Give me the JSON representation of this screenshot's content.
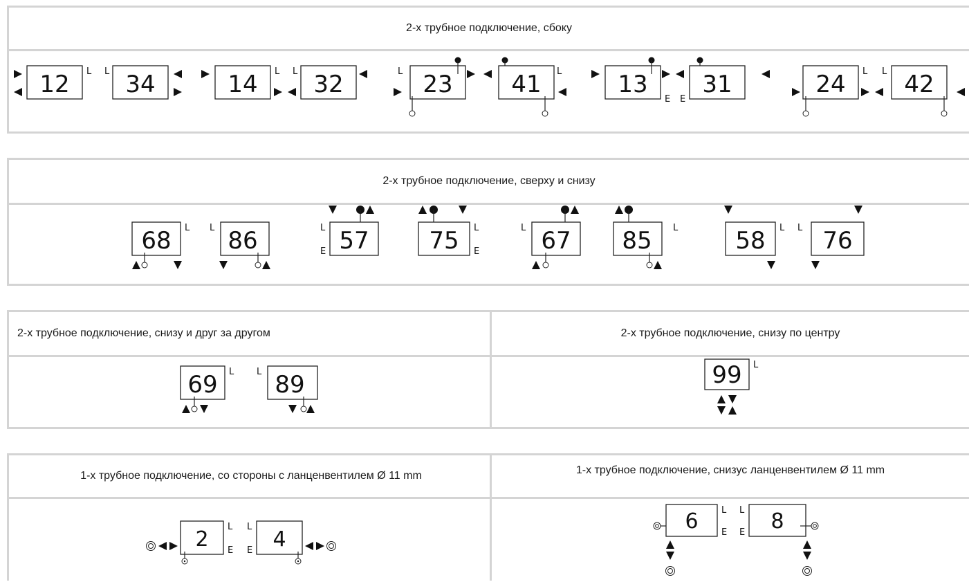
{
  "section_side": {
    "title": "2-х трубное подключение, сбоку",
    "codes": [
      "12",
      "34",
      "14",
      "32",
      "23",
      "41",
      "13",
      "31",
      "24",
      "42"
    ]
  },
  "section_topbottom": {
    "title": "2-х трубное подключение, сверху и снизу",
    "codes": [
      "68",
      "86",
      "57",
      "75",
      "67",
      "85",
      "58",
      "76"
    ]
  },
  "section_bottom_behind": {
    "title": "2-х трубное подключение, снизу и друг за другом",
    "codes": [
      "69",
      "89"
    ]
  },
  "section_bottom_center": {
    "title": "2-х трубное подключение, снизу по центру",
    "codes": [
      "99"
    ]
  },
  "section_single_side": {
    "title": "1-х трубное подключение, со стороны с ланценвентилем Ø 11 mm",
    "codes": [
      "2",
      "4"
    ]
  },
  "section_single_bottom": {
    "title": "1-х трубное подключение, снизус ланценвентилем Ø 11 mm",
    "codes": [
      "6",
      "8"
    ]
  },
  "marks": {
    "L": "L",
    "E": "E"
  },
  "colors": {
    "border": "#d4d4d4",
    "ink": "#111111"
  }
}
